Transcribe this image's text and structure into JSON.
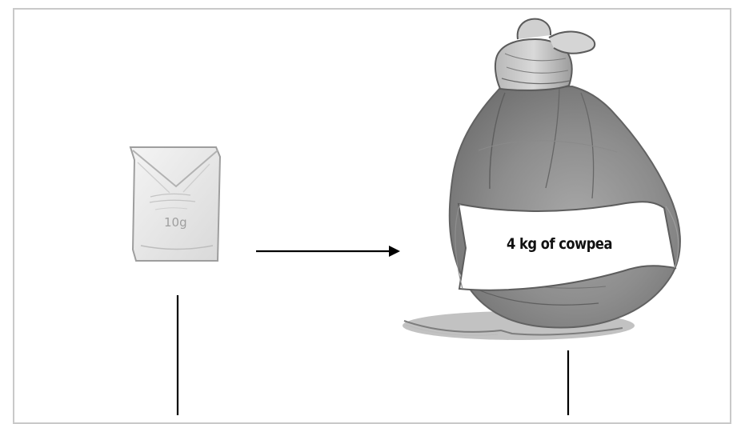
{
  "diagram": {
    "bag_label": "4 kg of cowpea",
    "small_sachet_text": "10g",
    "colors": {
      "frame_border": "#c9c9c9",
      "line": "#000000",
      "sketch": "#7a7a7a",
      "label_background": "#ffffff"
    },
    "icons": {
      "small_sachet": "sachet-icon",
      "large_bag": "grain-sack-icon",
      "connector": "arrow-right"
    }
  }
}
